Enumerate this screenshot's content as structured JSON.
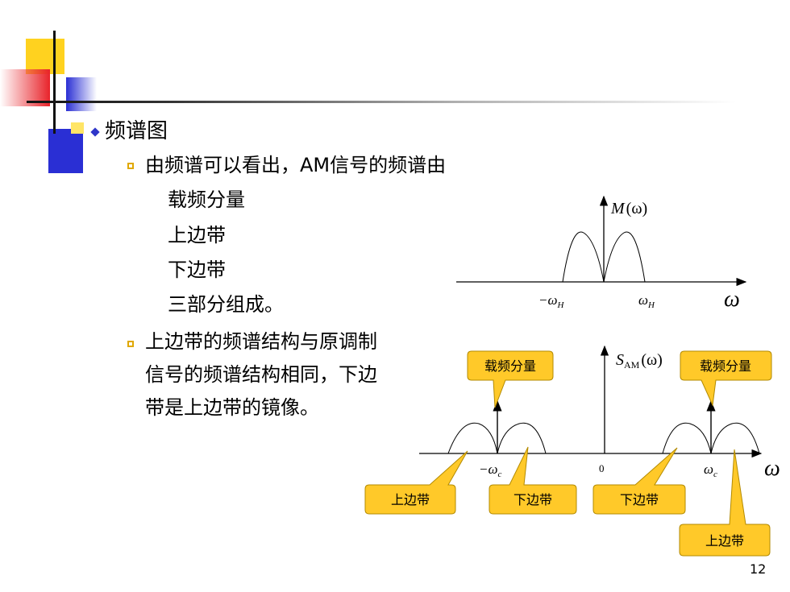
{
  "heading": "频谱图",
  "bullet1": "由频谱可以看出，AM信号的频谱由",
  "components": [
    "载频分量",
    "上边带",
    "下边带",
    "三部分组成。"
  ],
  "bullet2_lines": [
    "上边带的频谱结构与原调制",
    "信号的频谱结构相同，下边",
    "带是上边带的镜像。"
  ],
  "top_plot": {
    "ylabel_main": "M",
    "ylabel_arg": "(ω)",
    "tick_neg": "−ω",
    "tick_neg_sub": "H",
    "tick_pos": "ω",
    "tick_pos_sub": "H",
    "axis_var": "ω"
  },
  "bottom_plot": {
    "ylabel_main": "S",
    "ylabel_sub": "AM",
    "ylabel_arg": "(ω)",
    "tick_neg": "−ω",
    "tick_neg_sub": "c",
    "tick_zero": "0",
    "tick_pos": "ω",
    "tick_pos_sub": "c",
    "axis_var": "ω"
  },
  "callouts": {
    "carrier_left": "载频分量",
    "carrier_right": "载频分量",
    "usb_left": "上边带",
    "lsb_left": "下边带",
    "lsb_right": "下边带",
    "usb_right": "上边带"
  },
  "page_number": "12",
  "colors": {
    "callout_fill": "#ffc929",
    "callout_border": "#b38a00",
    "bullet_diamond": "#2f36c9",
    "bullet_square": "#e0a800",
    "deco_yellow": "#ffd21f",
    "deco_blue": "#2a2fd4",
    "deco_red": "#e8232a"
  }
}
